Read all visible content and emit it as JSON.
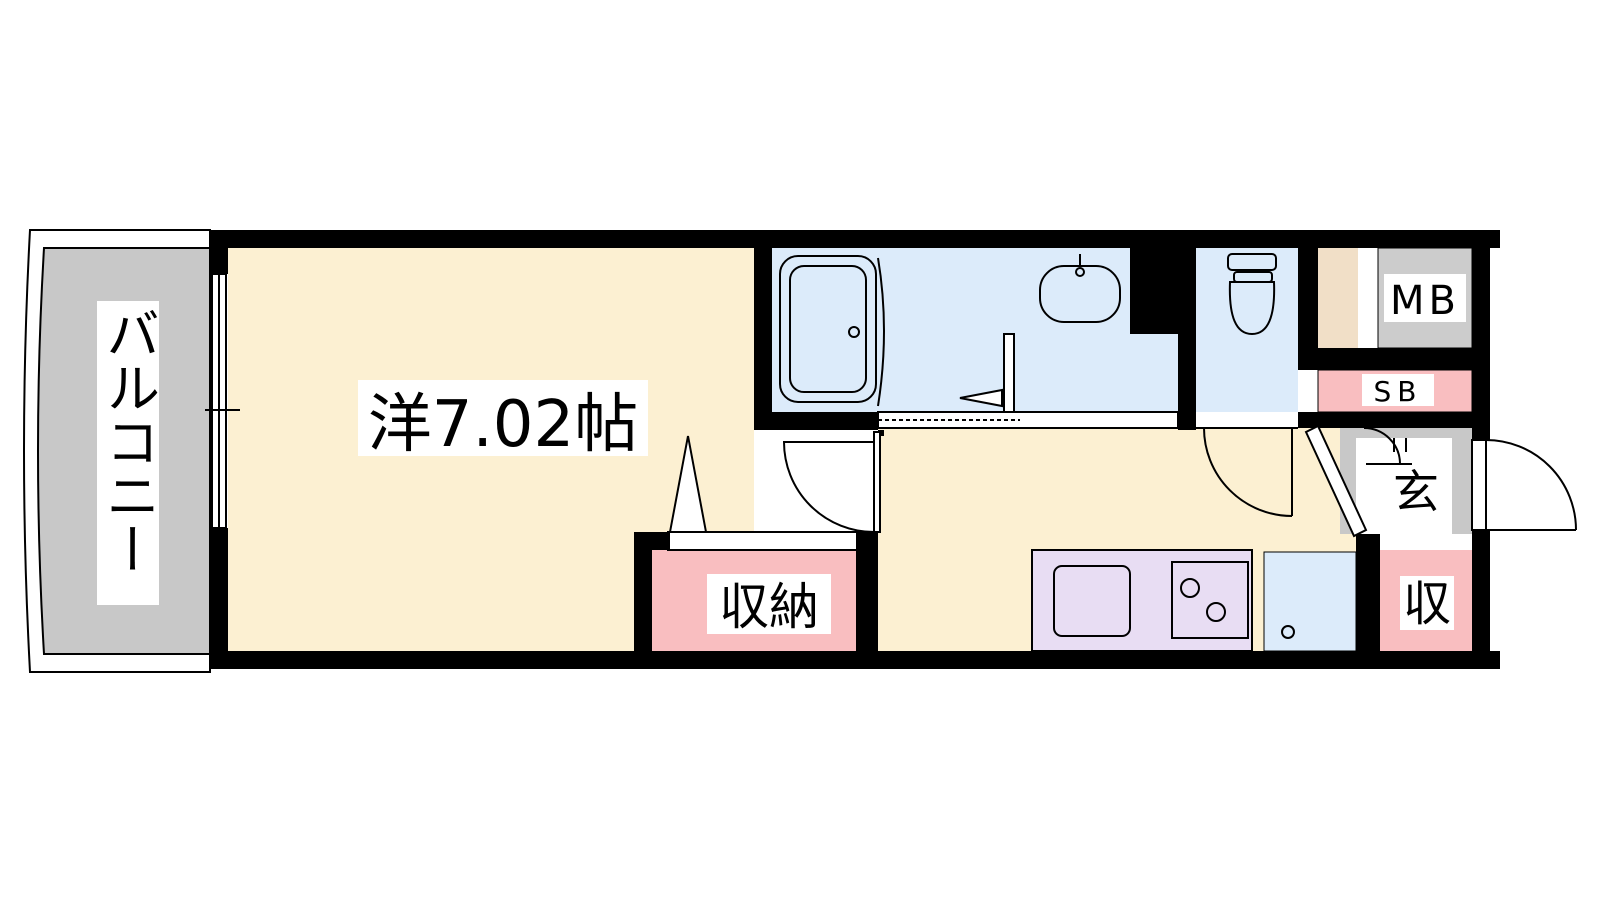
{
  "floorplan": {
    "balcony_label": "バルコニー",
    "room_label": "洋7.02帖",
    "storage_label": "収納",
    "meter_box_label": "MB",
    "shoe_box_label": "SB",
    "entrance_label": "玄",
    "entrance_storage_label": "収"
  },
  "colors": {
    "room_floor": "#FCF0D2",
    "storage": "#F9BEC0",
    "wet_area": "#DCEBFA",
    "kitchen_counter": "#E8DDF3",
    "balcony": "#C8C8C8",
    "meter_box": "#CCCCCC",
    "wall": "#000000",
    "closet_tan": "#F1DFC7"
  }
}
